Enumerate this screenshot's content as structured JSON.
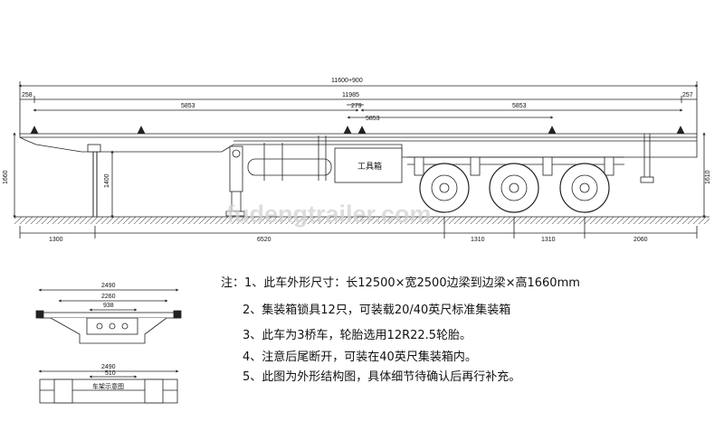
{
  "dimensions": {
    "overall": "11600+900",
    "front_overhang": "258",
    "rear_overhang": "257",
    "deck_length": "11985",
    "front_lock_span": "5853",
    "rear_lock_span": "5853",
    "center_lock_span": "5853",
    "center_gap": "279",
    "total_height": "1660",
    "kingpin_height": "1400",
    "rear_height": "1610",
    "front_to_kingpin": "1300",
    "kingpin_to_axle": "6520",
    "axle_spacing_1": "1310",
    "axle_spacing_2": "1310",
    "rear_end": "2060"
  },
  "labels": {
    "toolbox": "工具箱",
    "watermark": "fudengtrailer.com"
  },
  "front_view": {
    "width_outer": "2490",
    "width_mid": "2260",
    "width_inner": "938"
  },
  "rear_view": {
    "width_outer": "2490",
    "width_inner": "510",
    "label": "车架示意图"
  },
  "notes": [
    "注：1、此车外形尺寸：长12500×宽2500边梁到边梁×高1660mm",
    "2、集装箱锁具12只，可装载20/40英尺标准集装箱",
    "3、此车为3桥车，轮胎选用12R22.5轮胎。",
    "4、注意后尾断开，可装在40英尺集装箱内。",
    "5、此图为外形结构图，具体细节待确认后再行补充。"
  ],
  "colors": {
    "line": "#222222",
    "watermark": "#d2d2d2"
  }
}
